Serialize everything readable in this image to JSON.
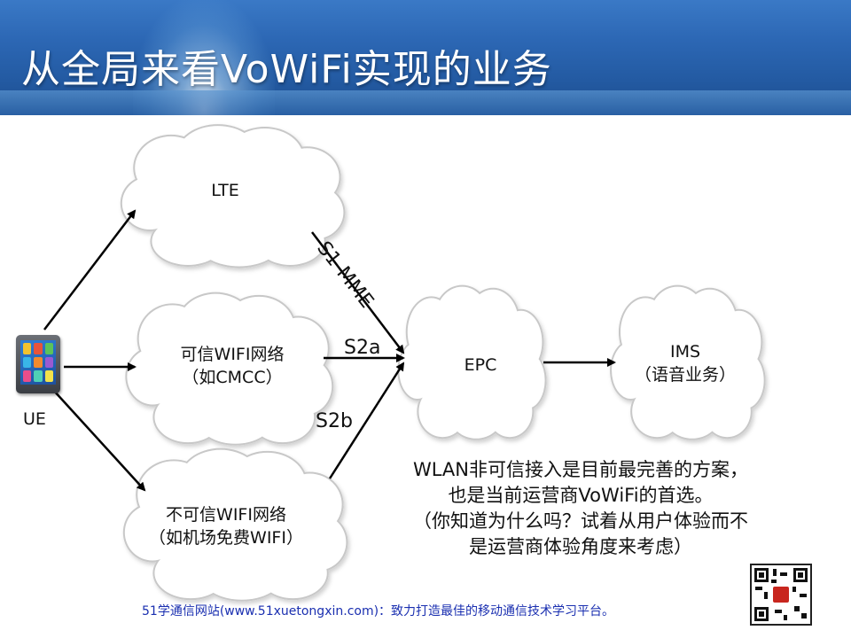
{
  "slide": {
    "title": "从全局来看VoWiFi实现的业务"
  },
  "nodes": {
    "lte": {
      "label": "LTE"
    },
    "trusted_wifi": {
      "line1": "可信WIFI网络",
      "line2": "（如CMCC）"
    },
    "untrusted_wifi": {
      "line1": "不可信WIFI网络",
      "line2": "（如机场免费WIFI）"
    },
    "epc": {
      "label": "EPC"
    },
    "ims": {
      "line1": "IMS",
      "line2": "（语音业务）"
    },
    "ue": {
      "label": "UE",
      "icon": "smartphone-icon"
    }
  },
  "interfaces": {
    "s1_mme": "S1-MME",
    "s2a": "S2a",
    "s2b": "S2b"
  },
  "note": {
    "line1": "WLAN非可信接入是目前最完善的方案，",
    "line2": "也是当前运营商VoWiFi的首选。",
    "line3": "（你知道为什么吗？试着从用户体验而不",
    "line4": "是运营商体验角度来考虑）"
  },
  "footer": {
    "text": "51学通信网站(www.51xuetongxin.com)：致力打造最佳的移动通信技术学习平台。"
  },
  "colors": {
    "banner": "#2c67b4",
    "title_text": "#ffffff",
    "cloud_stroke": "#c8c8c8",
    "arrow": "#000000",
    "footer_text": "#1a2fb0"
  }
}
